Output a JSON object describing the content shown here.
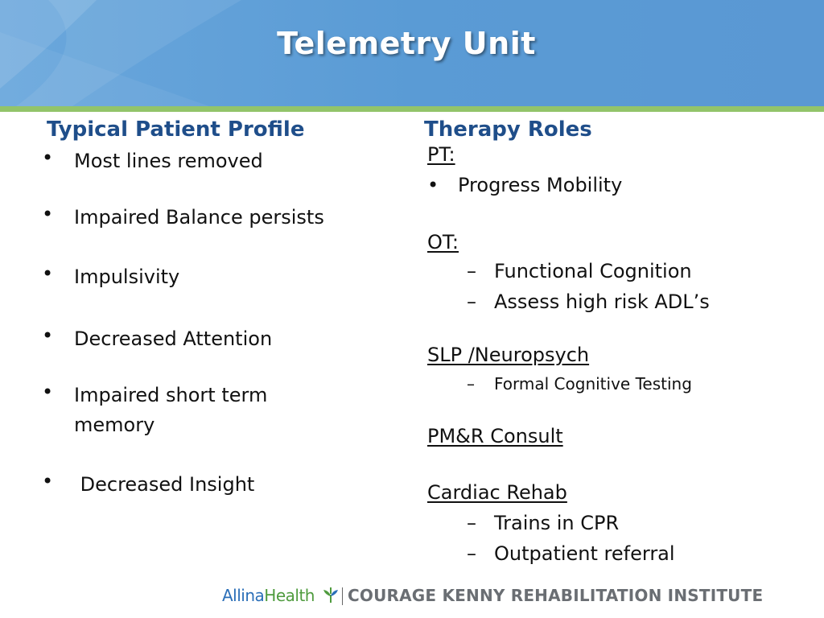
{
  "header": {
    "title": "Telemetry Unit"
  },
  "left_column": {
    "heading": "Typical Patient Profile",
    "bullets": [
      "Most lines removed",
      "Impaired Balance persists",
      "Impulsivity",
      "Decreased Attention",
      "Impaired short term memory",
      " Decreased Insight"
    ]
  },
  "right_column": {
    "heading": "Therapy Roles",
    "pt": {
      "label": "PT:",
      "items": [
        "Progress Mobility"
      ]
    },
    "ot": {
      "label": "OT:",
      "items": [
        "Functional Cognition",
        "Assess high risk ADL’s"
      ]
    },
    "slp": {
      "label": "SLP /Neuropsych",
      "items": [
        "Formal Cognitive Testing"
      ]
    },
    "pmr": {
      "label": "PM&R Consult"
    },
    "cardiac": {
      "label": "Cardiac Rehab",
      "items": [
        "Trains in CPR",
        "Outpatient referral"
      ]
    }
  },
  "footer": {
    "allina_part1": "Allina",
    "allina_part2": "Health",
    "institute": "COURAGE KENNY REHABILITATION INSTITUTE"
  },
  "colors": {
    "header_blue": "#5a9bd5",
    "accent_green": "#92c46a",
    "heading_blue": "#1f4e8a"
  }
}
